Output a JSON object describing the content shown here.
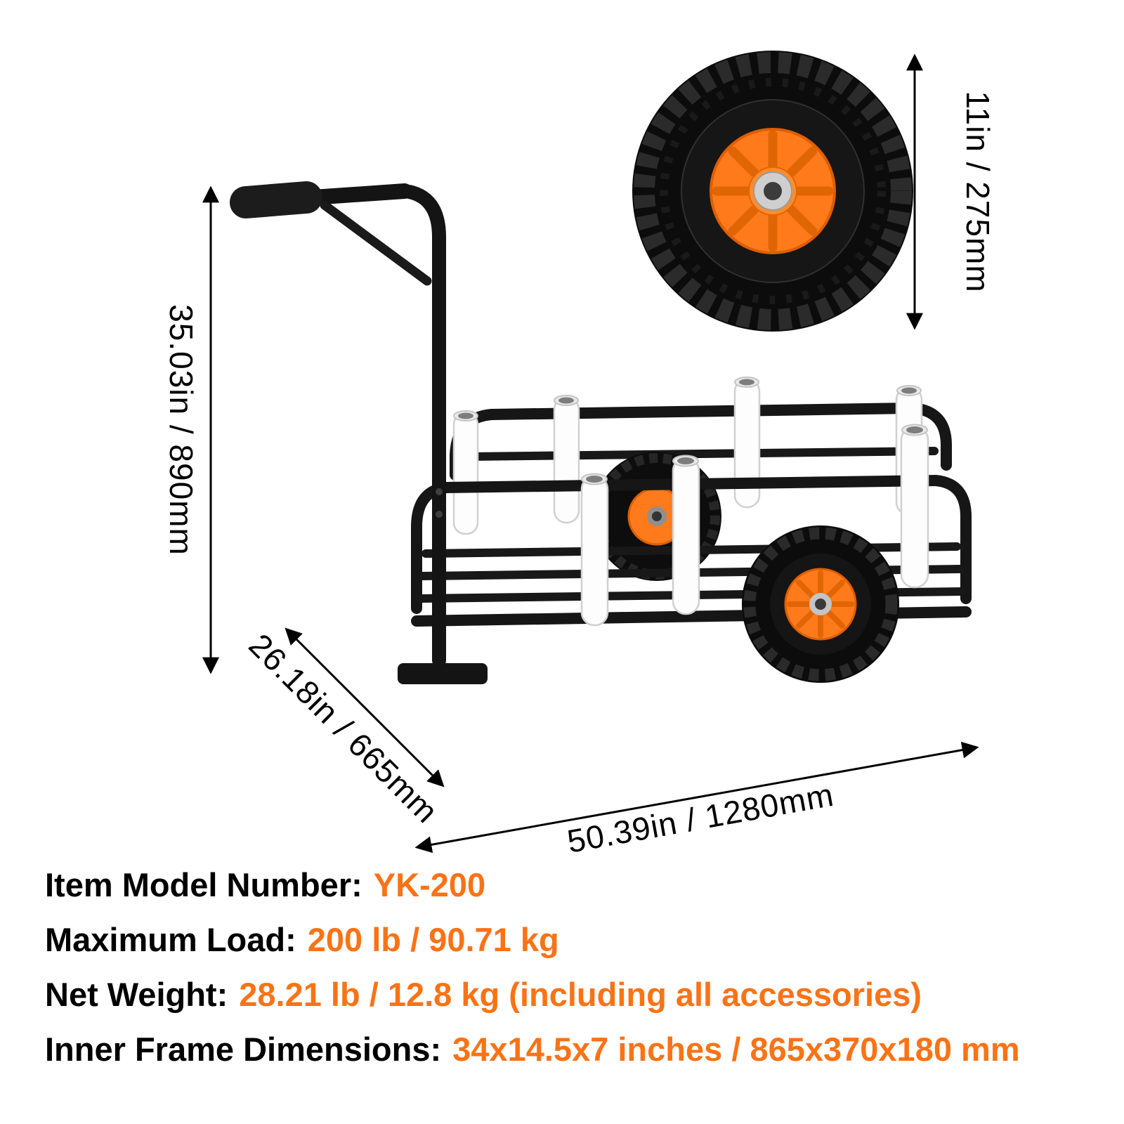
{
  "colors": {
    "background": "#ffffff",
    "accent_orange": "#F97316",
    "wheel_hub_orange": "#FF7A1A",
    "frame_black": "#141414",
    "rod_holder_white": "#fdfdfd",
    "text_black": "#000000"
  },
  "dimensions": {
    "wheel_diameter": "11in / 275mm",
    "height": "35.03in / 890mm",
    "depth": "26.18in / 665mm",
    "length": "50.39in / 1280mm"
  },
  "specs": [
    {
      "label": "Item Model Number:",
      "value": "YK-200"
    },
    {
      "label": "Maximum Load:",
      "value": "200 lb / 90.71 kg"
    },
    {
      "label": "Net Weight:",
      "value": "28.21 lb / 12.8 kg (including all accessories)"
    },
    {
      "label": "Inner Frame Dimensions:",
      "value": "34x14.5x7 inches / 865x370x180 mm"
    }
  ]
}
